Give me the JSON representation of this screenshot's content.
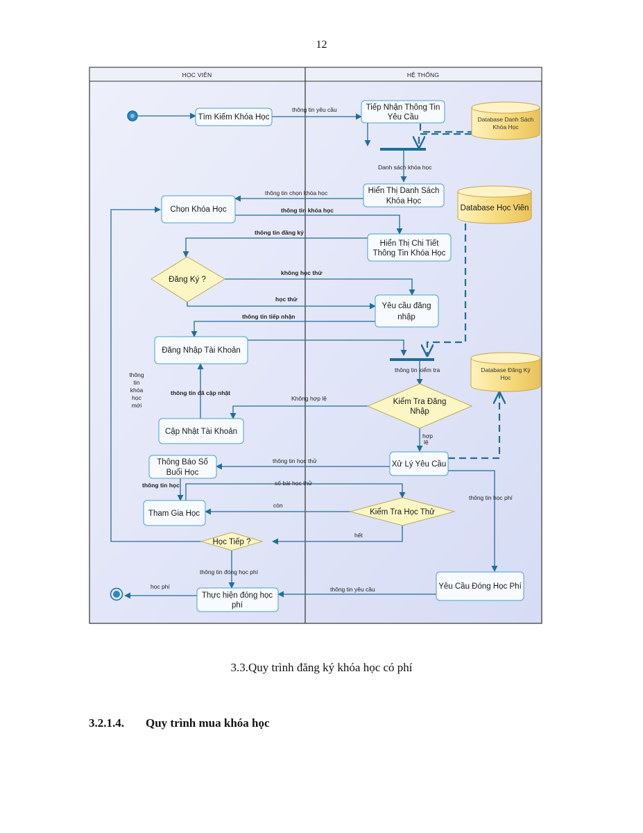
{
  "page_number": "12",
  "caption": "3.3.Quy trình đăng ký khóa học có phí",
  "section": {
    "number": "3.2.1.4.",
    "title": "Quy trình mua khóa học"
  },
  "diagram": {
    "lanes": {
      "left": "HỌC VIÊN",
      "right": "HỆ THỐNG"
    },
    "nodes": {
      "tim_kiem": "Tìm Kiếm Khóa Học",
      "tiep_nhan": [
        "Tiếp Nhận Thông Tin",
        "Yêu Cầu"
      ],
      "hien_thi_ds": [
        "Hiển Thị Danh Sách",
        "Khóa Học"
      ],
      "chon_khoa": "Chọn Khóa Học",
      "hien_thi_ct": [
        "Hiển Thị Chi Tiết",
        "Thông Tin Khóa Học"
      ],
      "dang_ky": "Đăng Ký ?",
      "yeu_cau_dn": [
        "Yêu cầu đăng",
        "nhập"
      ],
      "dang_nhap": "Đăng Nhập Tài Khoản",
      "kiem_tra_dn": [
        "Kiểm Tra Đăng",
        "Nhập"
      ],
      "cap_nhat": "Cập Nhật Tài Khoản",
      "xu_ly": "Xử Lý Yêu Cầu",
      "thong_bao": [
        "Thông Báo Số",
        "Buổi Học"
      ],
      "tham_gia": "Tham Gia Học",
      "kiem_tra_ht": "Kiểm Tra Học Thử",
      "hoc_tiep": "Học Tiếp ?",
      "yeu_cau_dhp": "Yêu Cầu Đóng Học Phí",
      "thuc_hien": [
        "Thực hiện đóng học",
        "phí"
      ]
    },
    "databases": {
      "db_khoa_hoc": [
        "Database Danh Sách",
        "Khóa Học"
      ],
      "db_hoc_vien": [
        "Database Học Viên"
      ],
      "db_dang_ky": [
        "Database Đăng Ký",
        "Học"
      ]
    },
    "edge_labels": {
      "e_tt_yeu_cau": "thông tin yêu cầu",
      "e_ds_khoa": "Danh sách khóa học",
      "e_tt_chon": "thông tin chọn khóa học",
      "e_tt_khoa": "thông tin khóa học",
      "e_tt_dang_ky": "thông tin đăng ký",
      "e_khong_ht": "không học thử",
      "e_hoc_thu": "học thử",
      "e_tt_tiep_nhan": "thông tin tiếp nhận",
      "e_tt_kiem_tra": "thông tin kiểm tra",
      "e_tt_cap_nhat": "thông tin đã cập nhật",
      "e_khong_hop_le": "Không hợp lệ",
      "e_hop_le": [
        "hợp",
        "lệ"
      ],
      "e_tt_hoc_thu": "thông tin học thử",
      "e_tt_hoc": "thông tin học",
      "e_so_bai": "số bài học thử",
      "e_con": "còn",
      "e_het": "hết",
      "e_tt_hoc_phi": "thông tin học phí",
      "e_tt_dong_hp": "thông tin đóng học phí",
      "e_tt_yc2": "thông tin yêu cầu",
      "e_hoc_phi": "học phí",
      "e_tt_khoa_moi": [
        "thông",
        "tin",
        "khóa",
        "học",
        "mới"
      ]
    },
    "colors": {
      "flow": "#1f6e97",
      "node_fill": "#f7fbff",
      "decision_fill": "#fbf6c4",
      "db_fill": "#f6da7a",
      "lane_border": "#333333"
    }
  }
}
